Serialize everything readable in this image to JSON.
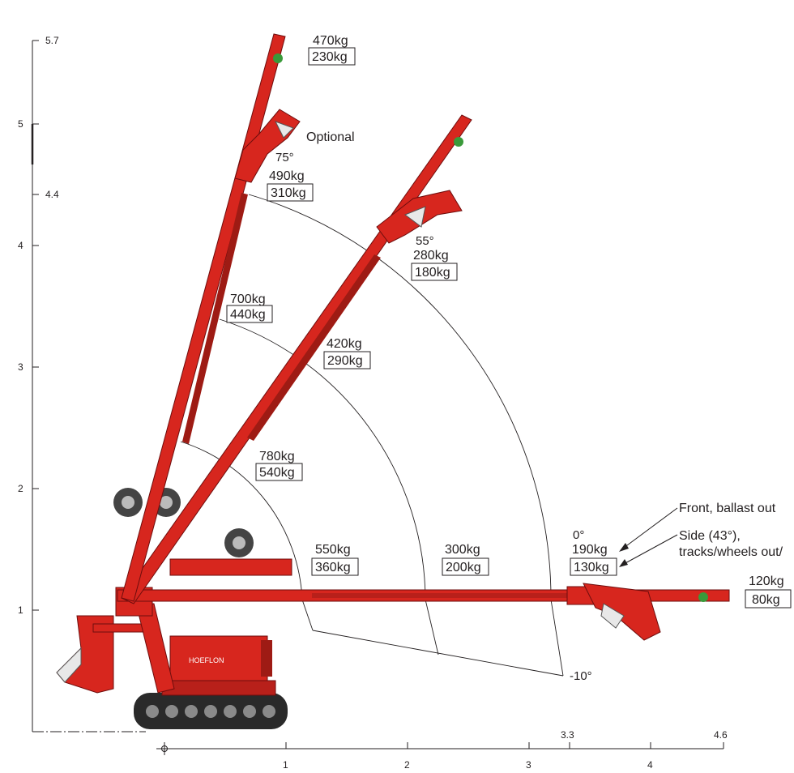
{
  "y_axis": {
    "ticks": [
      "1",
      "2",
      "3",
      "4",
      "5"
    ],
    "special": [
      "5.7",
      "4.4"
    ]
  },
  "x_axis": {
    "ticks": [
      "1",
      "2",
      "3",
      "4"
    ],
    "special": [
      "3.3",
      "4.6"
    ]
  },
  "loads": {
    "tip_75": {
      "top": "470kg",
      "boxed": "230kg"
    },
    "optional": "Optional",
    "mid_75": {
      "angle": "75°",
      "top": "490kg",
      "boxed": "310kg"
    },
    "tip_55": {
      "angle": "55°",
      "top": "280kg",
      "boxed": "180kg"
    },
    "r3_75": {
      "top": "700kg",
      "boxed": "440kg"
    },
    "r3_55": {
      "top": "420kg",
      "boxed": "290kg"
    },
    "r1_55": {
      "top": "780kg",
      "boxed": "540kg"
    },
    "h1": {
      "top": "550kg",
      "boxed": "360kg"
    },
    "h2": {
      "top": "300kg",
      "boxed": "200kg"
    },
    "h3": {
      "angle": "0°",
      "top": "190kg",
      "boxed": "130kg"
    },
    "h4": {
      "top": "120kg",
      "boxed": "80kg"
    },
    "neg": "-10°"
  },
  "legend": {
    "front": "Front, ballast out",
    "side_line1": "Side (43°),",
    "side_line2": "tracks/wheels out/"
  },
  "brand": "HOEFLON",
  "colors": {
    "machine_red": "#d7261e",
    "dark_red": "#9e1b14",
    "line": "#231f20"
  }
}
